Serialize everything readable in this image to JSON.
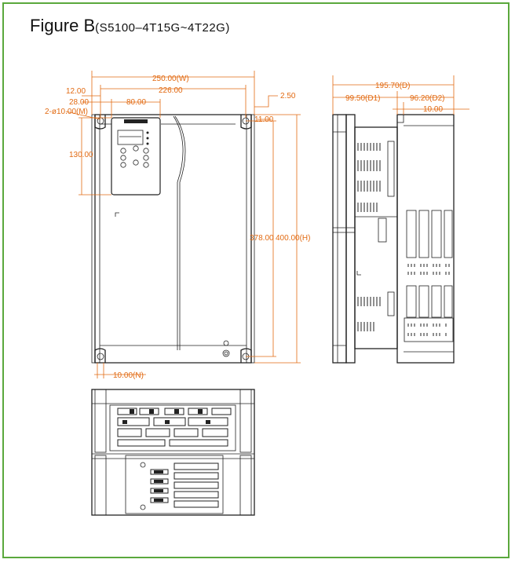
{
  "figure": {
    "title": "Figure B",
    "subtitle": "(S5100–4T15G~4T22G)"
  },
  "front_view_dims": {
    "width": "250.00(W)",
    "hole_spacing": "226.00",
    "edge_offset": "12.00",
    "panel_offset": "28.00",
    "panel_width": "80.00",
    "hole_dia": "2-ø10.00(M)",
    "panel_height": "130.00",
    "hole_height": "378.00",
    "height": "400.00(H)",
    "top_offset_small": "2.50",
    "top_hole_offset": "11.00",
    "bottom_slot": "10.00(N)"
  },
  "side_view_dims": {
    "depth": "195.70(D)",
    "d1": "99.50(D1)",
    "d2": "96.20(D2)",
    "flange": "10.00"
  },
  "colors": {
    "frame": "#5aa83c",
    "dimension": "#e26a12",
    "outline": "#222222"
  }
}
